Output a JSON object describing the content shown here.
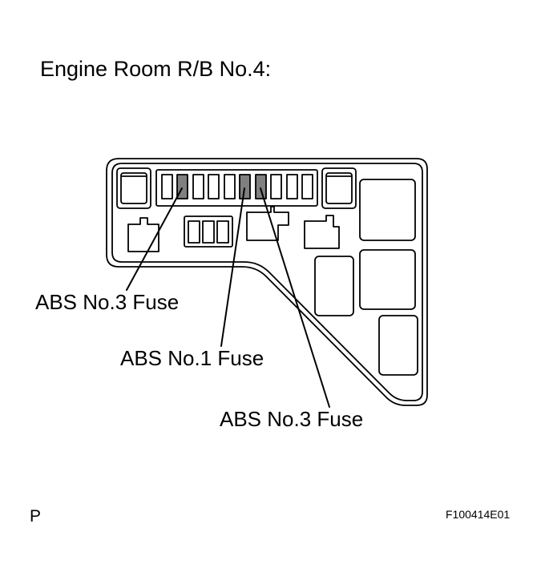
{
  "diagram": {
    "title": "Engine Room R/B No.4:",
    "callouts": {
      "left": "ABS No.3 Fuse",
      "middle": "ABS No.1 Fuse",
      "right": "ABS No.3 Fuse"
    },
    "page_marker": "P",
    "figure_code": "F100414E01"
  },
  "colors": {
    "line": "#000000",
    "highlighted_fuse": "#808080",
    "background": "#ffffff"
  }
}
